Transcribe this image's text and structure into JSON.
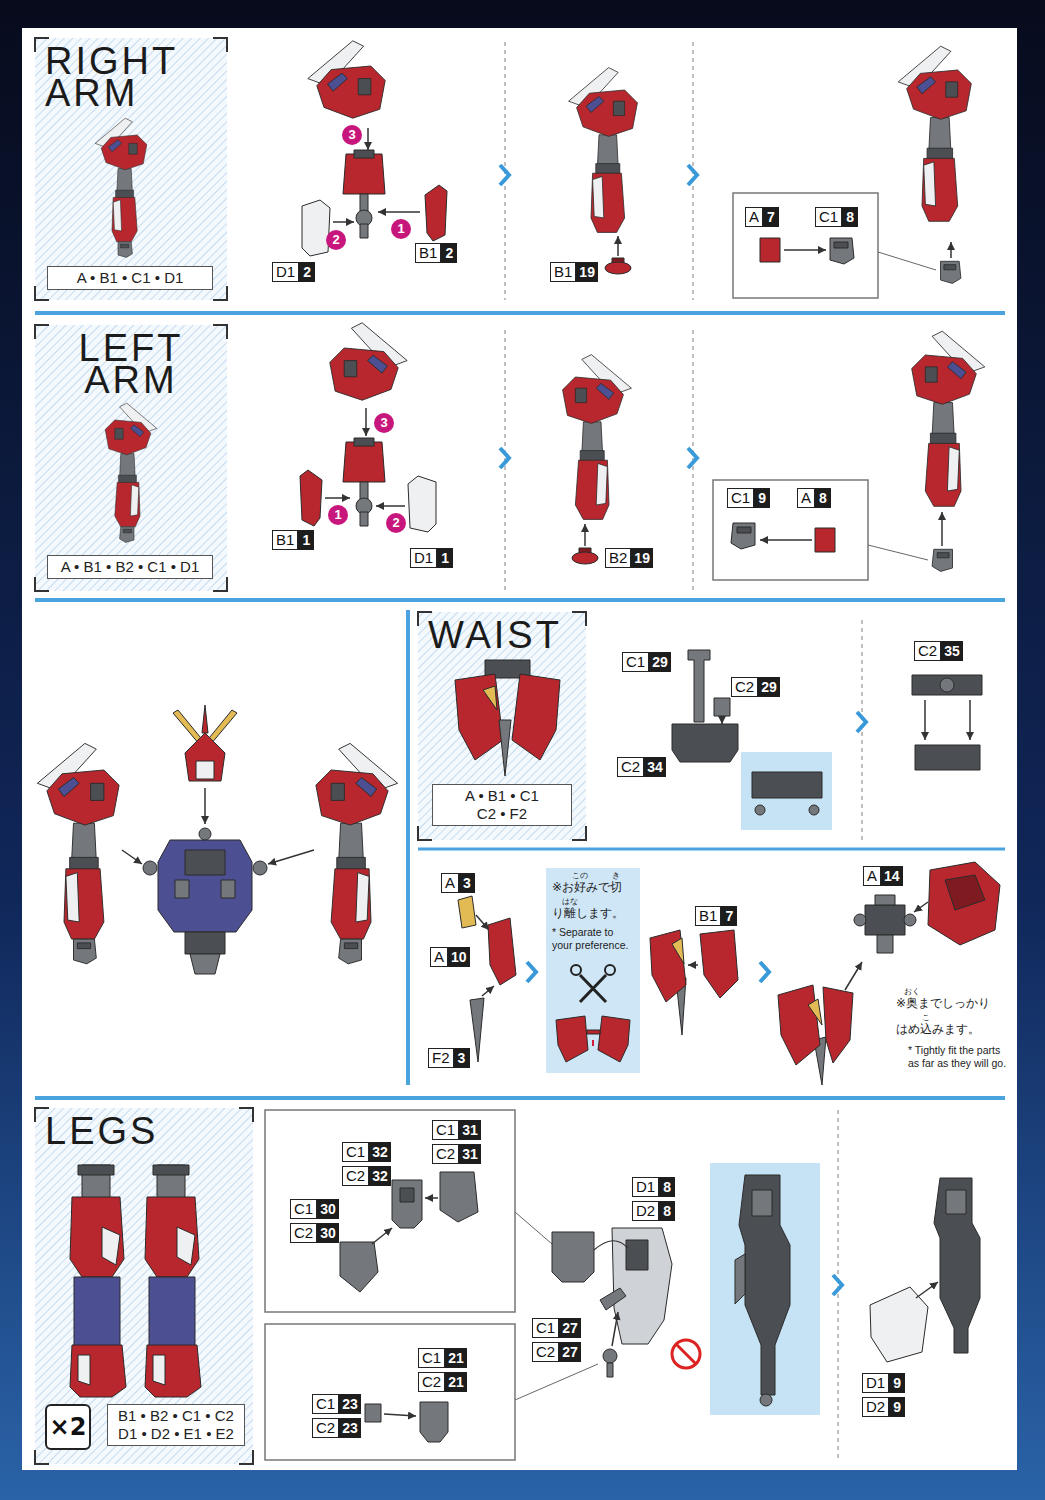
{
  "diagram": {
    "nodes": [
      {
        "text": [
          "RIGHT ARM"
        ]
      },
      {
        "text": [
          "A • B1 • C1 • D1"
        ],
        "in": 0
      },
      {
        "text": [
          "LEFT ARM"
        ]
      },
      {
        "text": [
          "A • B1 • B2 • C1 • D1"
        ],
        "in": 2
      },
      {
        "text": [
          "WAIST"
        ]
      },
      {
        "text": [
          "A • B1 • C1 C2 • F2"
        ],
        "in": 4
      },
      {
        "text": [
          "※お好みで切り離します。",
          "* Separate to your preference."
        ]
      },
      {
        "text": [
          "LEGS"
        ]
      },
      {
        "text": [
          "×2"
        ],
        "in": 7
      },
      {
        "text": [
          "B1 • B2 • C1 • C2 D1 • D2 • E1 • E2"
        ],
        "in": 7
      }
    ],
    "labels": [
      "3",
      "2",
      "1",
      "D1",
      "2",
      "B1",
      "2",
      "B1",
      "19",
      "A",
      "7",
      "C1",
      "8",
      "3",
      "1",
      "2",
      "B1",
      "1",
      "D1",
      "1",
      "B2",
      "19",
      "C1",
      "9",
      "A",
      "8",
      "C1",
      "29",
      "C2",
      "29",
      "C2",
      "34",
      "C2",
      "35",
      "A",
      "3",
      "A",
      "10",
      "F2",
      "3",
      "この",
      "き",
      "はな",
      "B1",
      "7",
      "A",
      "14",
      "※奥までしっかりはめ込みます。",
      "おく",
      "こ",
      "* Tightly fit the parts as far as they will go.",
      "C1",
      "31",
      "C2",
      "31",
      "C1",
      "32",
      "C2",
      "32",
      "C1",
      "30",
      "C2",
      "30",
      "C1",
      "21",
      "C2",
      "21",
      "C1",
      "23",
      "C2",
      "23",
      "D1",
      "8",
      "D2",
      "8",
      "C1",
      "27",
      "C2",
      "27",
      "D1",
      "9",
      "D2",
      "9"
    ]
  }
}
